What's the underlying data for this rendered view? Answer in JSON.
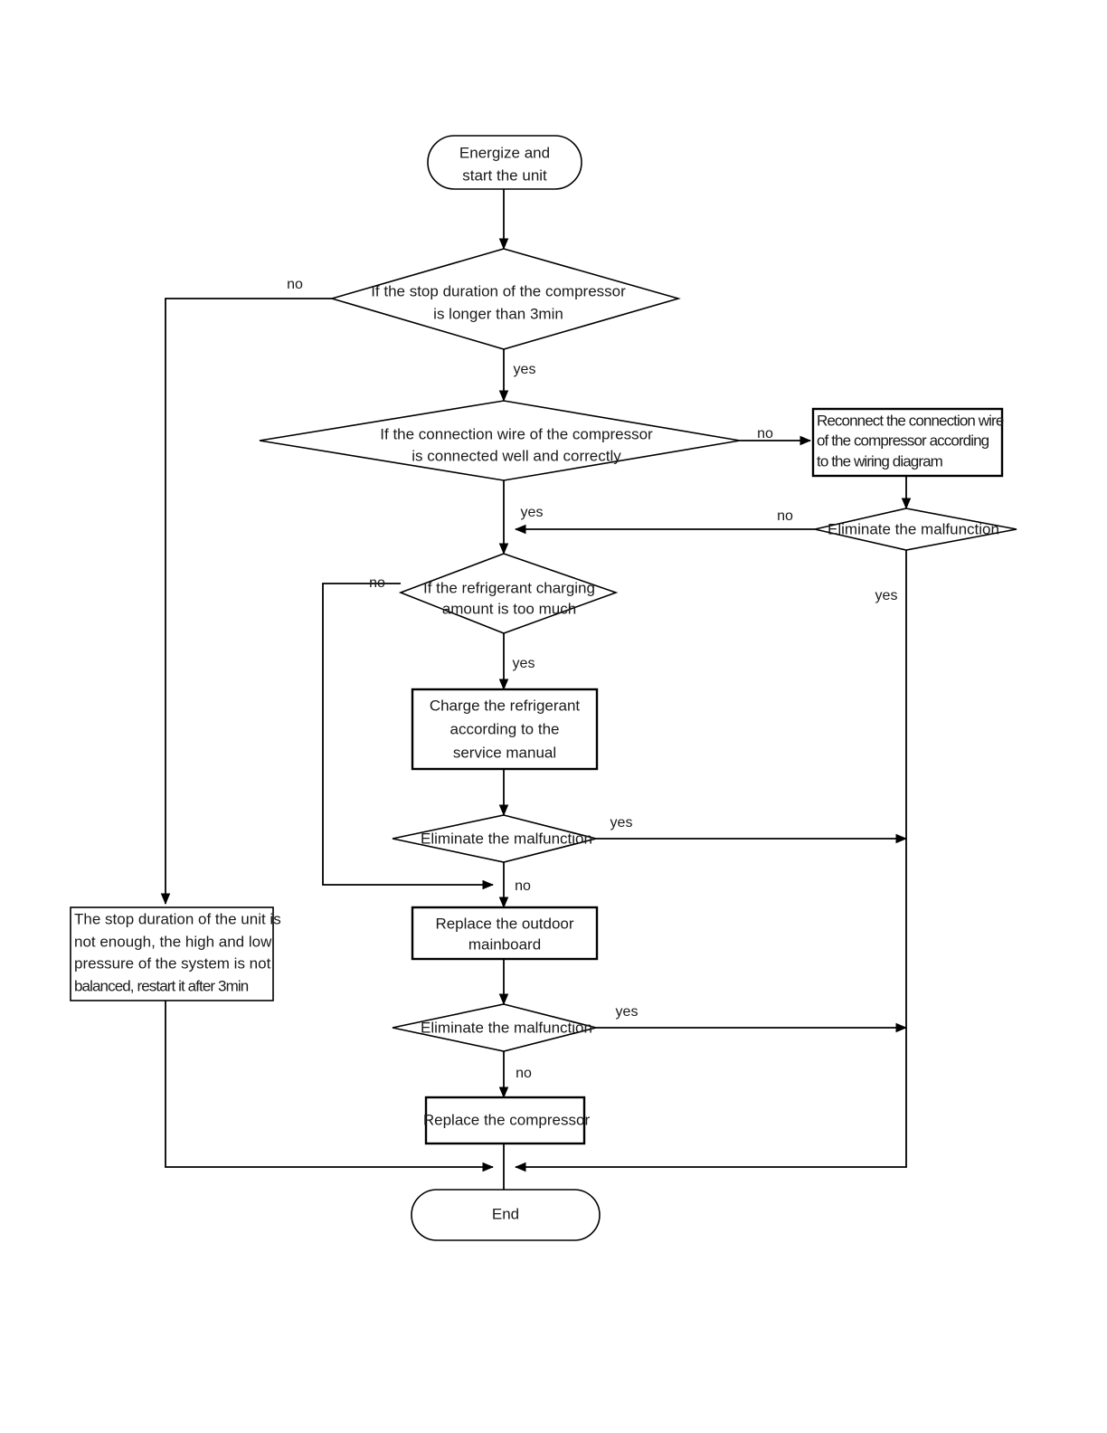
{
  "diagram": {
    "title": "Compressor troubleshooting flowchart",
    "colors": {
      "stroke": "#000000",
      "fill": "#ffffff",
      "text": "#1a1a1a"
    },
    "nodes": {
      "start": {
        "type": "terminator",
        "line1": "Energize and",
        "line2": "start the unit"
      },
      "decision_stop_duration": {
        "type": "decision",
        "line1": "If the stop duration of the compressor",
        "line2": "is longer than 3min"
      },
      "decision_connection_wire": {
        "type": "decision",
        "line1": "If the connection wire of the compressor",
        "line2": "is connected well and correctly"
      },
      "process_reconnect": {
        "type": "process",
        "line1": "Reconnect the connection wire",
        "line2": "of the compressor according",
        "line3": "to the wiring diagram"
      },
      "decision_eliminate_1": {
        "type": "decision",
        "line1": "Eliminate the malfunction"
      },
      "decision_refrigerant": {
        "type": "decision",
        "line1": "If the refrigerant charging",
        "line2": "amount is too much"
      },
      "process_charge": {
        "type": "process",
        "line1": "Charge the refrigerant",
        "line2": "according to the",
        "line3": "service manual"
      },
      "decision_eliminate_2": {
        "type": "decision",
        "line1": "Eliminate the malfunction"
      },
      "process_stop_duration_note": {
        "type": "process",
        "line1": "The stop duration of the unit is",
        "line2": "not enough, the high and low",
        "line3": "pressure of the system is not",
        "line4": "balanced, restart it after 3min"
      },
      "process_replace_mainboard": {
        "type": "process",
        "line1": "Replace the outdoor",
        "line2": "mainboard"
      },
      "decision_eliminate_3": {
        "type": "decision",
        "line1": "Eliminate the malfunction"
      },
      "process_replace_compressor": {
        "type": "process",
        "line1": "Replace the compressor"
      },
      "end": {
        "type": "terminator",
        "line1": "End"
      }
    },
    "edge_labels": {
      "stop_duration_no": "no",
      "stop_duration_yes": "yes",
      "connection_wire_no": "no",
      "connection_wire_yes": "yes",
      "eliminate1_no": "no",
      "eliminate1_yes": "yes",
      "refrigerant_no": "no",
      "refrigerant_yes": "yes",
      "eliminate2_yes": "yes",
      "eliminate2_no": "no",
      "eliminate3_yes": "yes",
      "eliminate3_no": "no"
    }
  }
}
